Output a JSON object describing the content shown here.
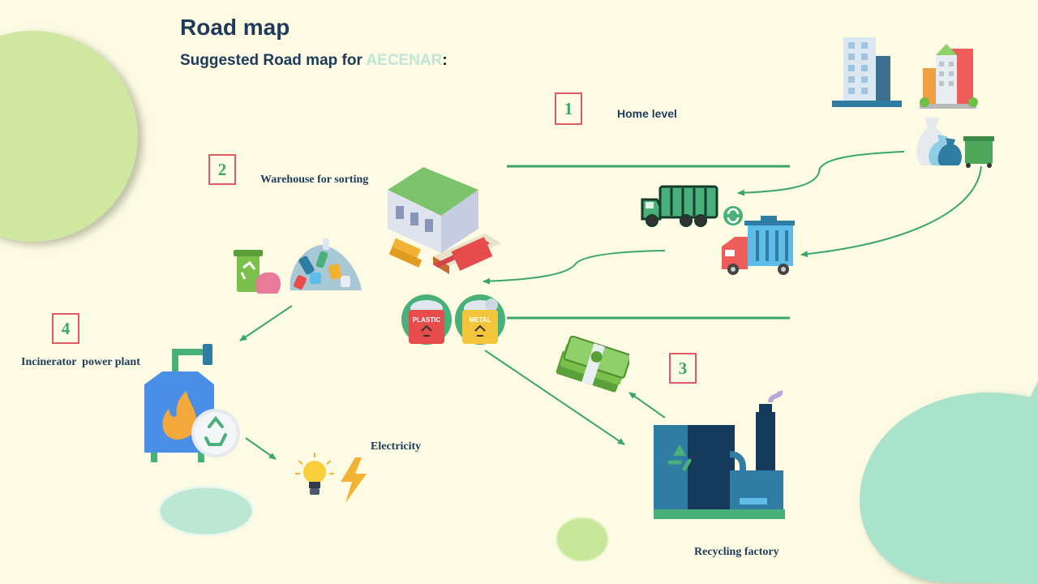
{
  "slide": {
    "title": "Road map",
    "subtitle_prefix": "Suggested Road map for ",
    "subtitle_brand": "AECENAR",
    "subtitle_suffix": ":"
  },
  "steps": [
    {
      "number": "1",
      "label": "Home level"
    },
    {
      "number": "2",
      "label": "Warehouse for sorting"
    },
    {
      "number": "3",
      "label": "Recycling factory"
    },
    {
      "number": "4",
      "label": "Incinerator  power plant"
    }
  ],
  "electricity_label": "Electricity",
  "bin_labels": {
    "plastic": "PLASTIC",
    "metal": "METAL"
  },
  "colors": {
    "title": "#1f3b5c",
    "brand": "#bfe6d8",
    "accent_green": "#3aa66a",
    "box_border": "#e05a64",
    "background": "#fdfbe3"
  },
  "icons": [
    "buildings-icon",
    "trash-bags-icon",
    "garbage-truck-icon",
    "recycle-truck-icon",
    "warehouse-icon",
    "waste-pile-icon",
    "plastic-bin-icon",
    "metal-bin-icon",
    "incinerator-icon",
    "light-bulb-icon",
    "lightning-icon",
    "money-icon",
    "factory-icon"
  ]
}
